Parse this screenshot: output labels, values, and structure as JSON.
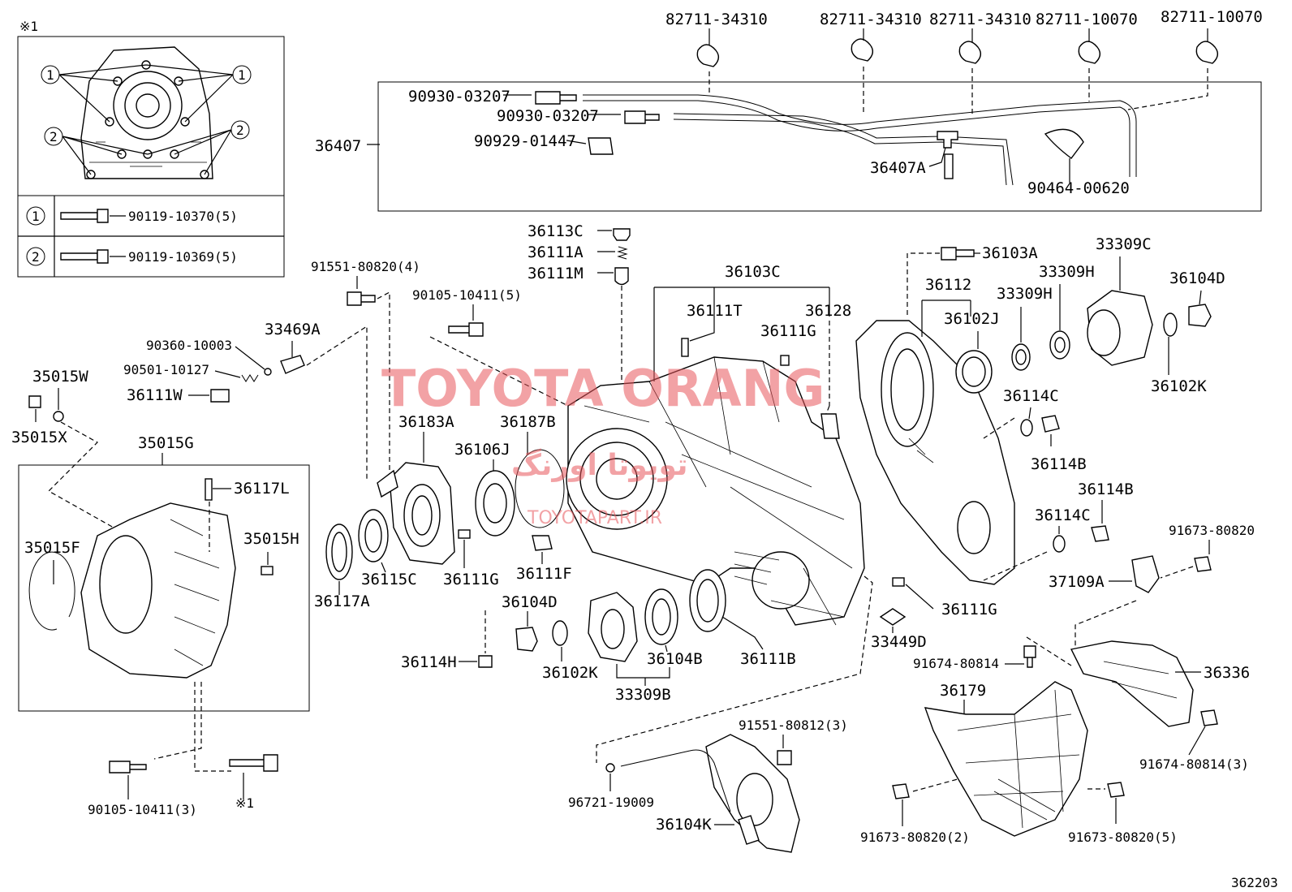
{
  "inset": {
    "marker": "※1",
    "callout_1": "1",
    "callout_2": "2",
    "row_1_part": "90119-10370(5)",
    "row_2_part": "90119-10369(5)"
  },
  "labels": {
    "p82711_34310_a": "82711-34310",
    "p82711_34310_b": "82711-34310",
    "p82711_34310_c": "82711-34310",
    "p82711_10070_a": "82711-10070",
    "p82711_10070_b": "82711-10070",
    "p90930_03207_a": "90930-03207",
    "p90930_03207_b": "90930-03207",
    "p90929_01447": "90929-01447",
    "p36407": "36407",
    "p36407A": "36407A",
    "p90464_00620": "90464-00620",
    "p36113C": "36113C",
    "p36111A": "36111A",
    "p36111M": "36111M",
    "p36103C": "36103C",
    "p36111T": "36111T",
    "p36128": "36128",
    "p36111G_top": "36111G",
    "p36103A": "36103A",
    "p36112": "36112",
    "p36102J": "36102J",
    "p33309H_a": "33309H",
    "p33309H_b": "33309H",
    "p33309C": "33309C",
    "p36104D_right": "36104D",
    "p36102K_right": "36102K",
    "p91551_80820": "91551-80820(4)",
    "p90105_10411_5": "90105-10411(5)",
    "p90360_10003": "90360-10003",
    "p33469A": "33469A",
    "p90501_10127": "90501-10127",
    "p36111W": "36111W",
    "p35015W": "35015W",
    "p35015X": "35015X",
    "p35015G": "35015G",
    "p36117L": "36117L",
    "p35015F": "35015F",
    "p35015H": "35015H",
    "p36183A": "36183A",
    "p36187B": "36187B",
    "p36106J": "36106J",
    "p36114C_a": "36114C",
    "p36114B_a": "36114B",
    "p36114B_b": "36114B",
    "p36114C_b": "36114C",
    "p91673_80820": "91673-80820",
    "p37109A": "37109A",
    "p36117A": "36117A",
    "p36115C": "36115C",
    "p36111G_mid": "36111G",
    "p36111F": "36111F",
    "p36104D_mid": "36104D",
    "p36114H": "36114H",
    "p36102K_mid": "36102K",
    "p36104B": "36104B",
    "p36111B": "36111B",
    "p33309B": "33309B",
    "p36111G_right": "36111G",
    "p33449D": "33449D",
    "p91674_80814_a": "91674-80814",
    "p36336": "36336",
    "p36179": "36179",
    "p91551_80812": "91551-80812(3)",
    "p96721_19009": "96721-19009",
    "p36104K": "36104K",
    "p91674_80814_b": "91674-80814(3)",
    "p91673_80820_2": "91673-80820(2)",
    "p91673_80820_5": "91673-80820(5)",
    "p90105_10411_3": "90105-10411(3)",
    "star_bottom": "※1",
    "figure_number": "362203"
  },
  "watermark": {
    "main": "TOYOTA ORANG",
    "sub_fa": "تویوتا اورنگ",
    "url": "TOYOTAPART.IR",
    "color": "#e8575c"
  }
}
